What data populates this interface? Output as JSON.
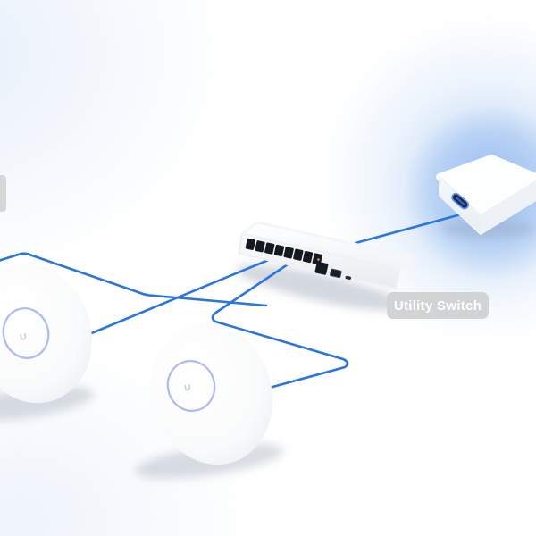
{
  "scene": {
    "description": "Network topology hero illustration",
    "badge": {
      "label": "Utility Switch"
    },
    "ap_logo_glyph": "U",
    "devices": [
      "utility-switch",
      "gateway",
      "access-point-1",
      "access-point-2",
      "edge-device-partial"
    ],
    "switch": {
      "rj45_ports": 8,
      "uplink_rj45": 1,
      "sfp_ports": 1
    },
    "colors": {
      "cable": "#2b76dd",
      "glow": "#8fb9ec",
      "badge_bg": "#d2d3d5",
      "badge_text": "#ffffff",
      "ap_ring": "#8195e8",
      "port_dark": "#141922",
      "gateway_port": "#5b8cf0",
      "background": "#ffffff"
    }
  }
}
